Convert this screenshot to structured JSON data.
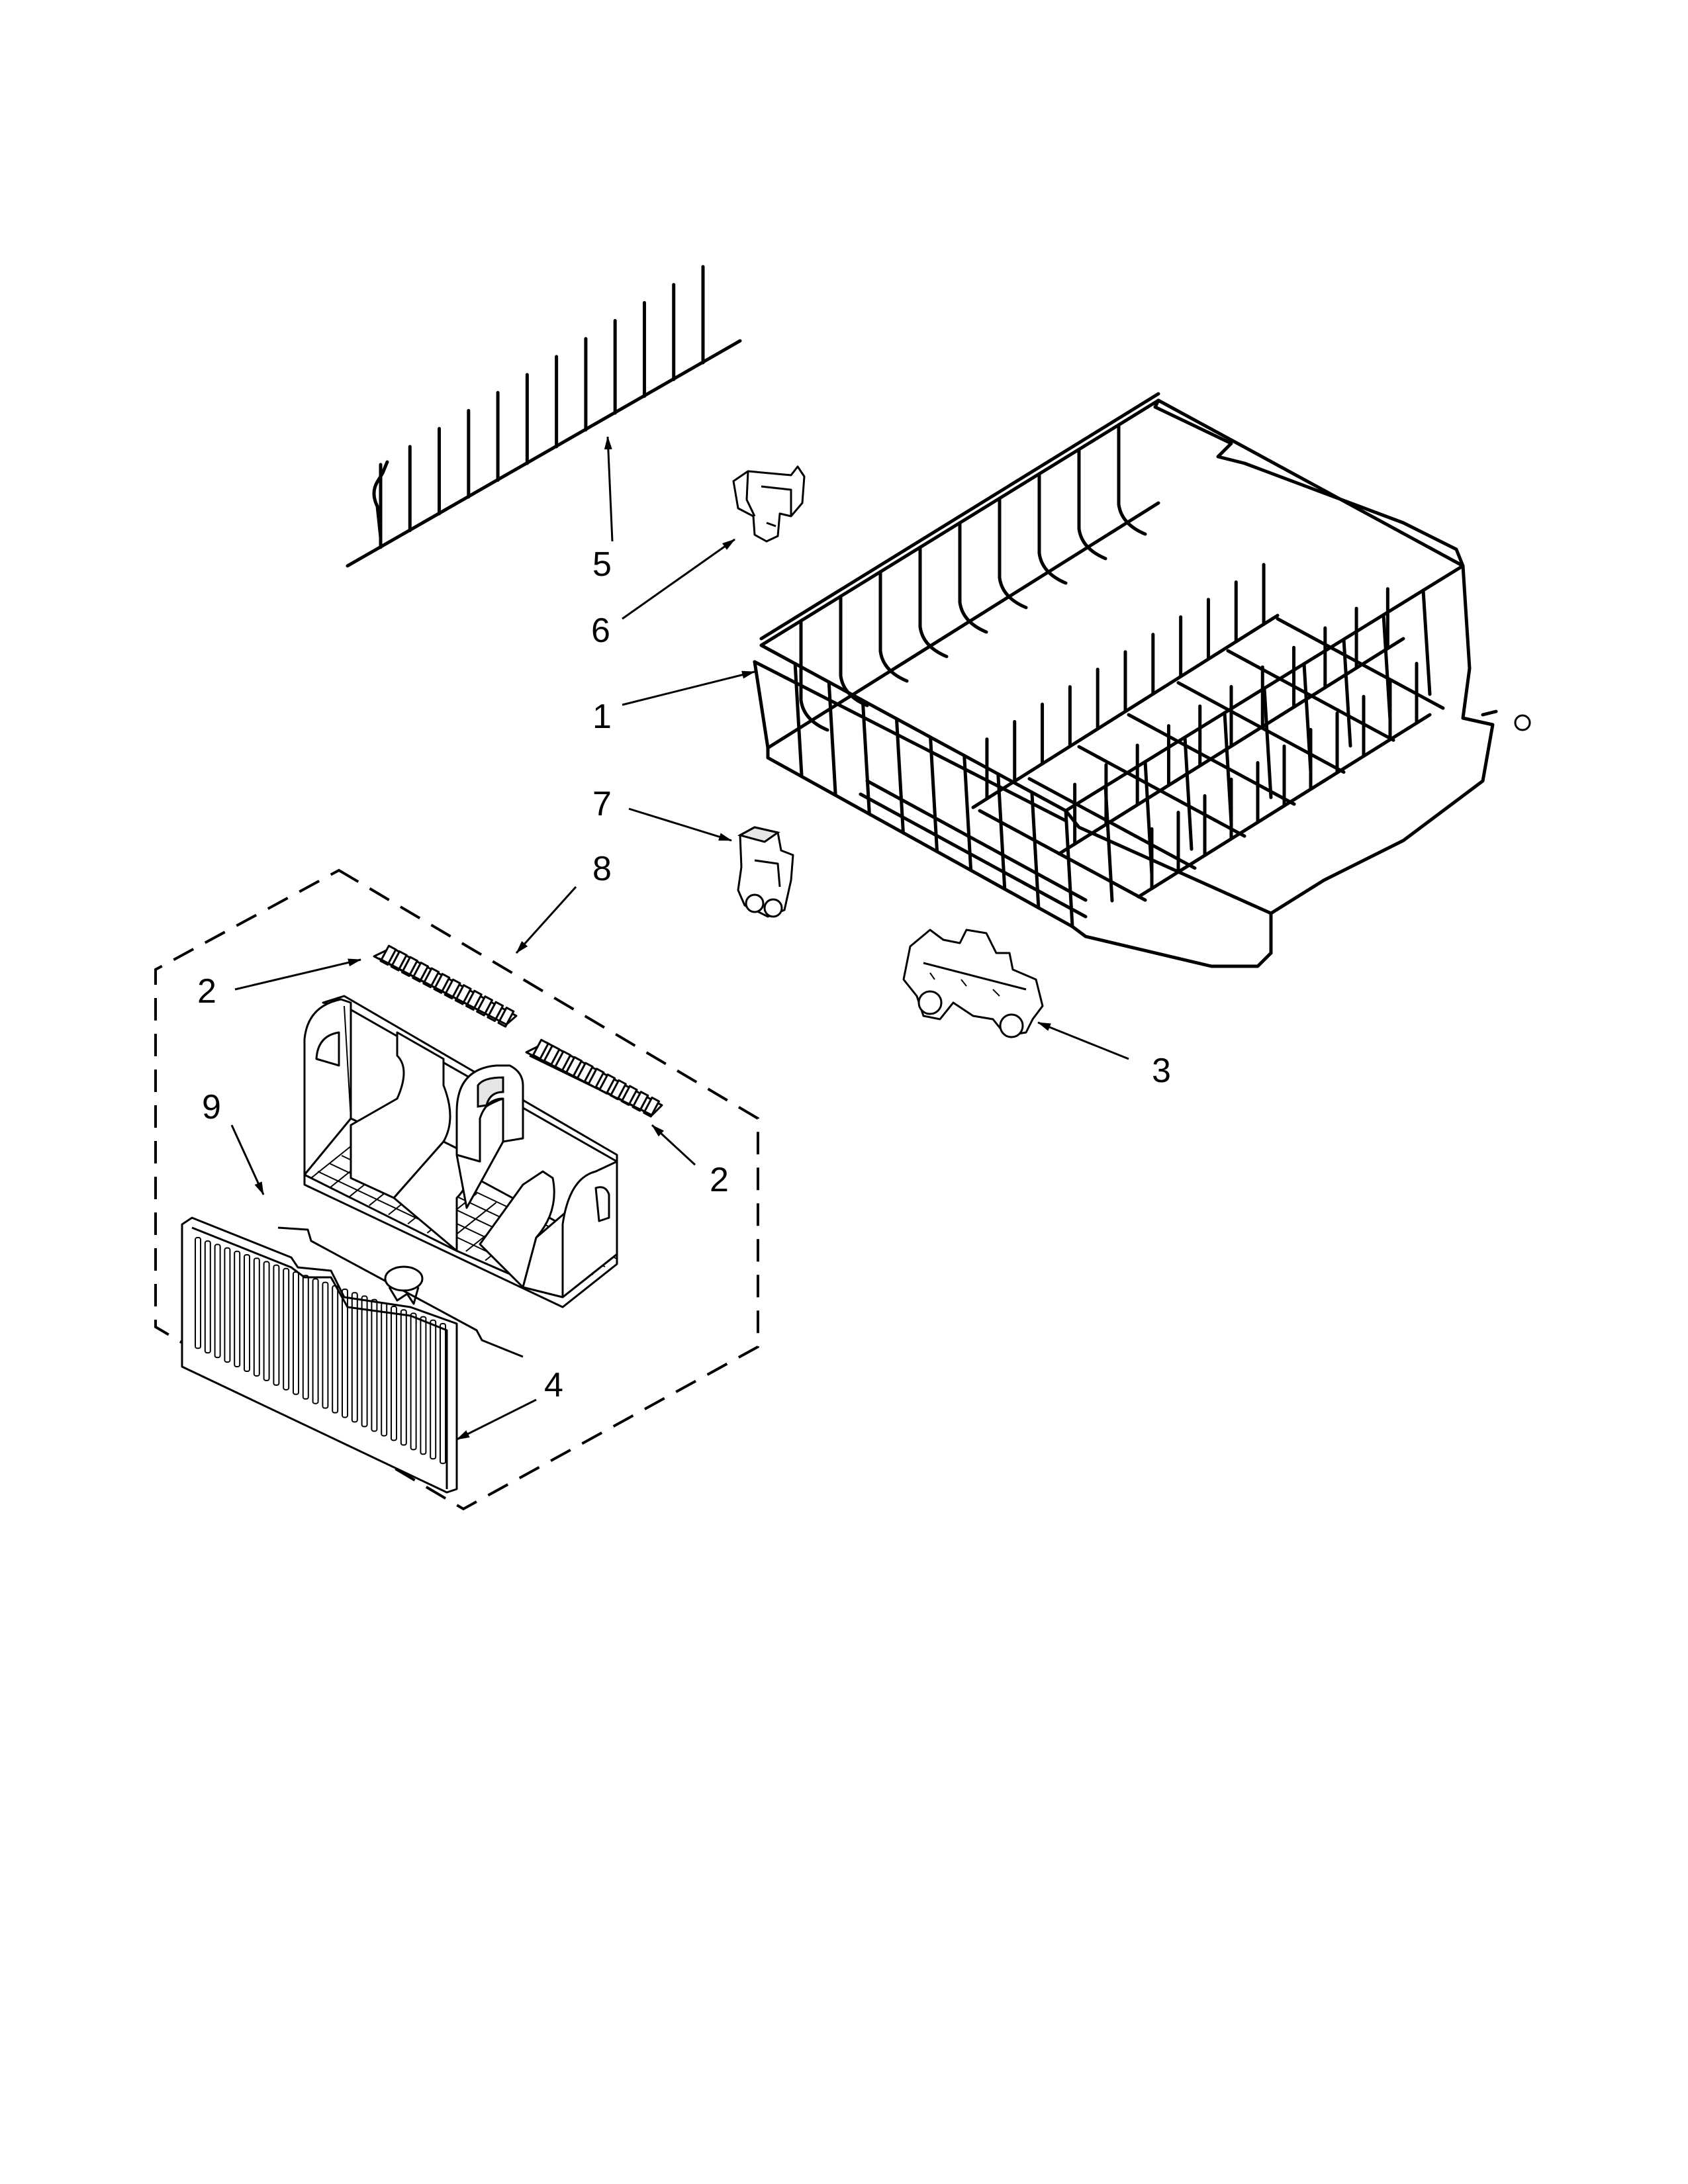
{
  "callouts": {
    "rack": "1",
    "tine_row_left": "2",
    "tine_row_right": "2",
    "rack_roller": "3",
    "basket_lid": "4",
    "tine_row_rear": "5",
    "clip_upper": "6",
    "clip_lower": "7",
    "basket_assembly": "8",
    "basket_hinge": "9"
  },
  "colors": {
    "line": "#000000",
    "background": "#ffffff"
  }
}
